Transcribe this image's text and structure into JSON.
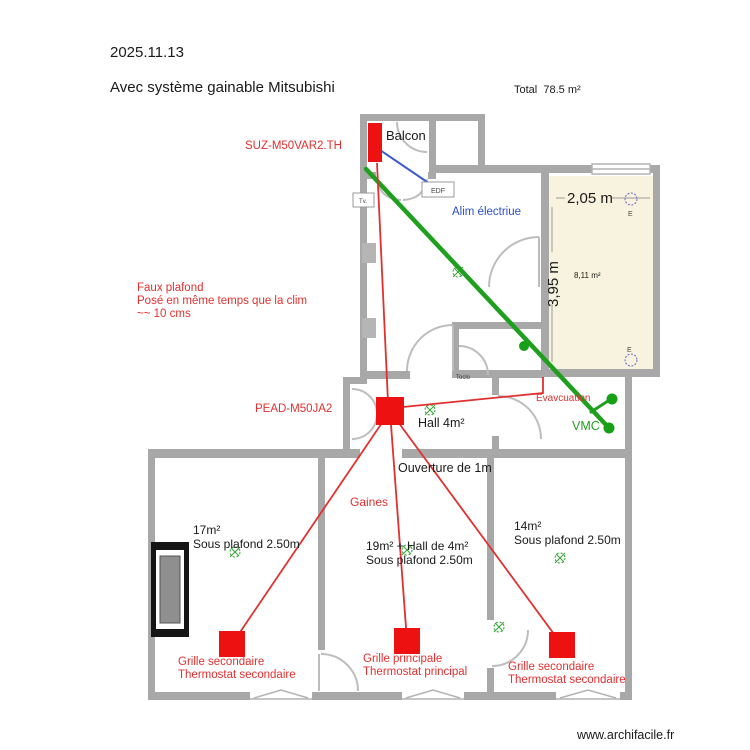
{
  "header": {
    "date": "2025.11.13",
    "title": "Avec système gainable Mitsubishi",
    "total": "Total  78.5 m²"
  },
  "footer": {
    "website": "www.archifacile.fr"
  },
  "hvac": {
    "outdoor_unit": "SUZ-M50VAR2.TH",
    "indoor_unit": "PEAD-M50JA2",
    "ducts_label": "Gaines",
    "evacuation_label": "Evavcuation",
    "vmc_label": "VMC",
    "opening_label": "Ouverture de 1m",
    "false_ceiling_note": {
      "line1": "Faux plafond",
      "line2": "Posé en même temps que la clim",
      "line3": "~~ 10 cms"
    }
  },
  "plan": {
    "balcony_label": "Balcon",
    "edf_label": "EDF",
    "tv_label": "Tv.",
    "wall_tag": "Toclo",
    "power_label": "Alim électriue",
    "hall_label": "Hall 4m²",
    "bedroom": {
      "width": "2,05 m",
      "height": "3,95 m",
      "area": "8,11 m²",
      "outlet": "E"
    },
    "rooms": [
      {
        "area": "17m²",
        "ceiling": "Sous plafond 2.50m"
      },
      {
        "area": "19m² + Hall de 4m²",
        "ceiling": "Sous plafond 2.50m"
      },
      {
        "area": "14m²",
        "ceiling": "Sous plafond 2.50m"
      }
    ],
    "grilles": [
      {
        "line1": "Grille secondaire",
        "line2": "Thermostat secondaire"
      },
      {
        "line1": "Grille principale",
        "line2": "Thermostat principal"
      },
      {
        "line1": "Grille secondaire",
        "line2": "Thermostat secondaire"
      }
    ]
  },
  "colors": {
    "annotation_red": "#e33030",
    "unit_red": "#ee1111",
    "duct_green": "#1ea01e",
    "power_blue": "#3a5bd0",
    "wall_gray": "#a8a8a8",
    "bedroom_fill": "#f8f3de"
  }
}
